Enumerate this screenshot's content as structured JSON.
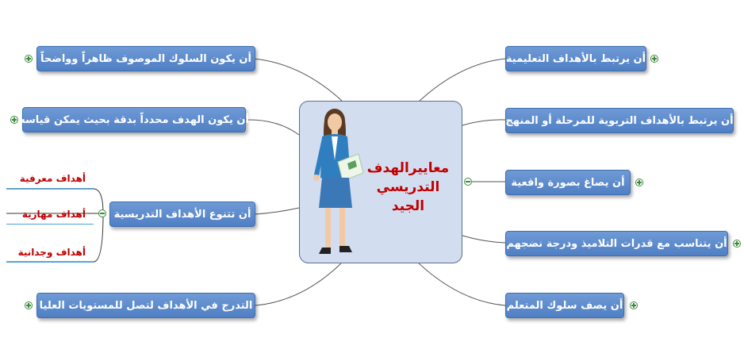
{
  "central": {
    "line1": "معاييرالهدف",
    "line2": "التدريسي الجيد"
  },
  "right_nodes": [
    "أن يرتبط بالأهداف التعليمية",
    "أن يرتبط بالأهداف التربوية للمرحلة أو المنهج",
    "أن يصاغ بصورة واقعية",
    "أن يتناسب مع قدرات التلاميذ ودرجة نضجهم",
    "أن يصف سلوك المتعلم"
  ],
  "left_nodes": [
    "أن يكون السلوك الموصوف ظاهراً وواضحاً",
    "أن يكون الهدف محدداً بدقة بحيث يمكن قياسه",
    "أن تتنوع الأهداف التدريسية",
    "التدرج في الأهداف لتصل للمستويات العليا"
  ],
  "sub_items": [
    "أهداف معرفية",
    "أهداف مهارية",
    "أهداف وجدانية"
  ],
  "colors": {
    "node_fill": "#5b88cc",
    "node_border": "#3f6fb0",
    "central_fill": "#d3ddf0",
    "sub_text": "#c00000",
    "connector": "#555555"
  },
  "icons": {
    "expand": "plus-circle-icon",
    "collapse": "minus-circle-icon",
    "central_image": "woman-figure"
  }
}
